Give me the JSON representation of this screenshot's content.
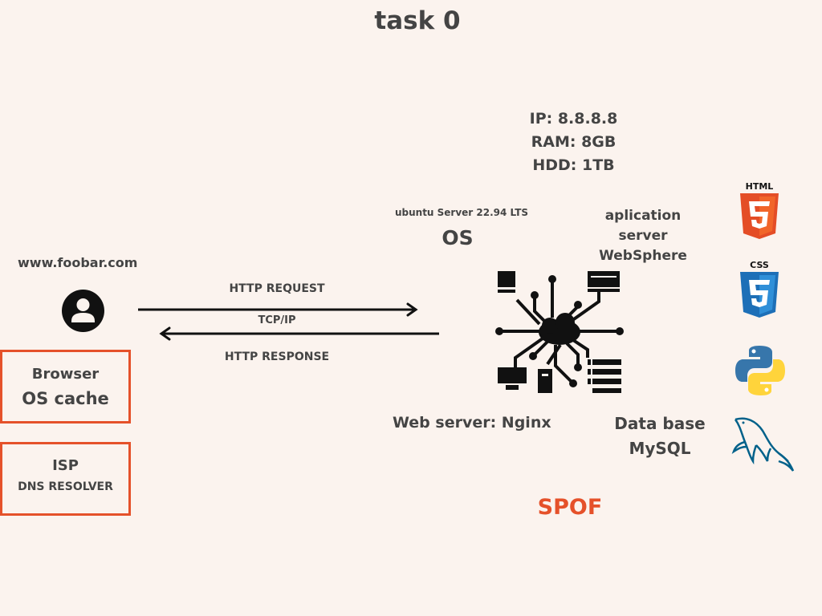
{
  "title": "task 0",
  "server_specs": {
    "ip": "IP: 8.8.8.8",
    "ram": "RAM: 8GB",
    "hdd": "HDD: 1TB"
  },
  "os": {
    "subtitle": "ubuntu Server 22.94 LTS",
    "label": "OS"
  },
  "app_server": {
    "line1": "aplication",
    "line2": "server",
    "line3": "WebSphere"
  },
  "client": {
    "domain": "www.foobar.com",
    "icon": "user-icon"
  },
  "arrows": {
    "request": "HTTP REQUEST",
    "protocol": "TCP/IP",
    "response": "HTTP RESPONSE"
  },
  "browser_box": {
    "line1": "Browser",
    "line2": "OS cache"
  },
  "isp_box": {
    "line1": "ISP",
    "line2": "DNS RESOLVER"
  },
  "web_server": "Web server: Nginx",
  "database": {
    "line1": "Data base",
    "line2": "MySQL"
  },
  "spof": "SPOF",
  "icons": [
    "html5-icon",
    "css3-icon",
    "python-icon",
    "mysql-dolphin-icon",
    "server-circuit-icon"
  ],
  "colors": {
    "background": "#fbf3ee",
    "accent": "#e5512a",
    "text": "#444444",
    "html5": "#e44d26",
    "css3": "#1d6fb7",
    "python_blue": "#3776ab",
    "python_yellow": "#ffd43b",
    "mysql": "#00618a"
  }
}
